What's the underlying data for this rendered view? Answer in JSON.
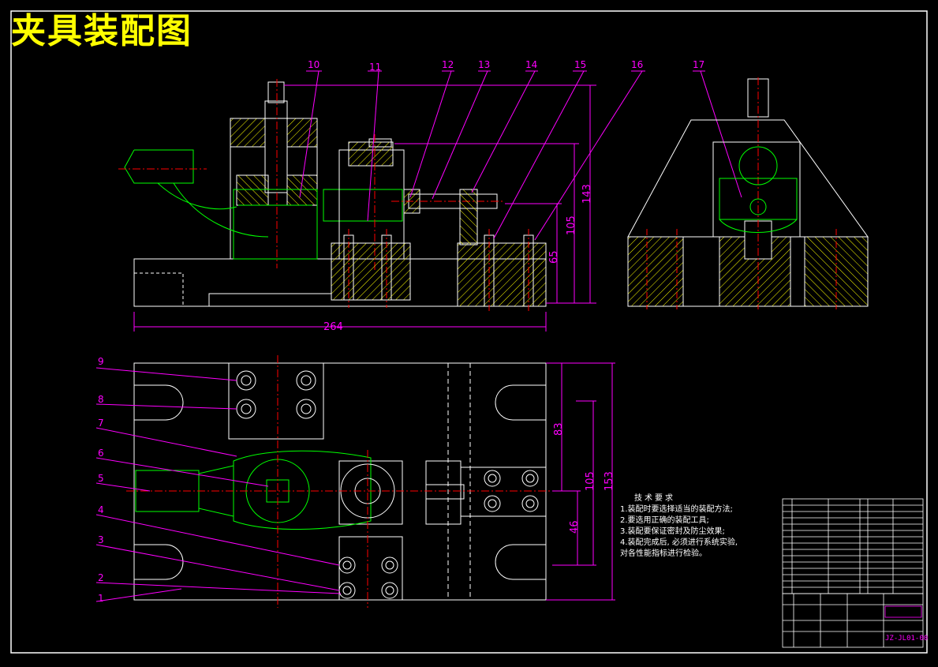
{
  "title": "夹具装配图",
  "front_view": {
    "callouts": [
      "10",
      "11",
      "12",
      "13",
      "14",
      "15",
      "16",
      "17"
    ],
    "dimensions": {
      "height_total": "143",
      "height_mid": "105",
      "height_low": "65",
      "width": "264"
    }
  },
  "top_view": {
    "callouts": [
      "9",
      "8",
      "7",
      "6",
      "5",
      "4",
      "3",
      "2",
      "1"
    ],
    "dimensions": {
      "d83": "83",
      "d105": "105",
      "d153": "153",
      "d46": "46"
    }
  },
  "technical_requirements": {
    "heading": "技术要求",
    "items": [
      "1.装配时要选择适当的装配方法;",
      "2.要选用正确的装配工具;",
      "3.装配要保证密封及防尘效果;",
      "4.装配完成后, 必须进行系统实验,",
      "对各性能指标进行检验。"
    ]
  },
  "title_block": {
    "drawing_number": "JZ-JL01-00"
  },
  "colors": {
    "background": "#000000",
    "outline": "#ffffff",
    "centerline": "#ff0000",
    "hatch": "#ffff00",
    "leader": "#ff00ff",
    "part": "#00ff00",
    "title": "#ffff00"
  }
}
